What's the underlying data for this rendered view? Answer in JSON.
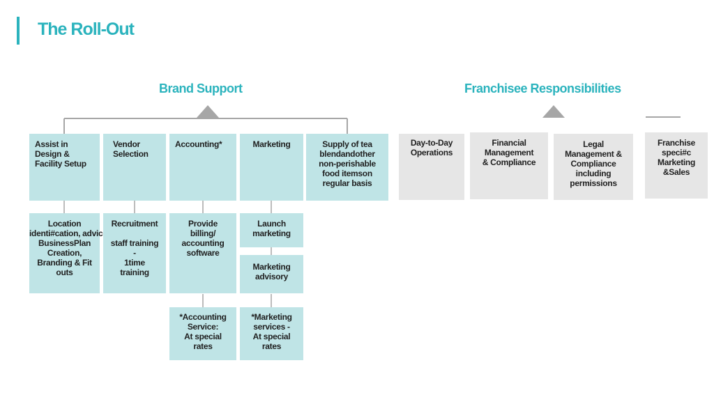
{
  "title": "The Roll-Out",
  "headings": {
    "brand_support": "Brand Support",
    "franchisee_responsibilities": "Franchisee Responsibilities"
  },
  "brand": {
    "design": "Assist in\nDesign &\nFacility Setup",
    "vendor": "Vendor\nSelection",
    "accounting": "Accounting*",
    "marketing": "Marketing",
    "supply": "Supply of tea\nblendandother\nnon-perishable\nfood itemson\nregular basis"
  },
  "sub": {
    "location": "Location\nidenti#cation, advice &\nBusinessPlan\nCreation,\nBranding & Fit\nouts",
    "recruitment": "Recruitment\n\nstaff training\n-\n1time\ntraining",
    "billing": "Provide\nbilling/\naccounting\nsoftware",
    "launch": "Launch\nmarketing",
    "advisory": "Marketing\nadvisory",
    "acc_service": "*Accounting\nService:\nAt special\nrates",
    "mkt_service": "*Marketing\nservices -\nAt special\nrates"
  },
  "franchisee": {
    "day_to_day": "Day-to-Day\nOperations",
    "financial": "Financial\nManagement\n& Compliance",
    "legal": "Legal\nManagement &\nCompliance\nincluding\npermissions",
    "marketing": "Franchise\nspeci#c\nMarketing\n&Sales"
  },
  "colors": {
    "accent": "#2bb3bd",
    "teal_box": "#bfe4e6",
    "grey_box": "#e6e6e6",
    "line": "#a6a6a6"
  }
}
